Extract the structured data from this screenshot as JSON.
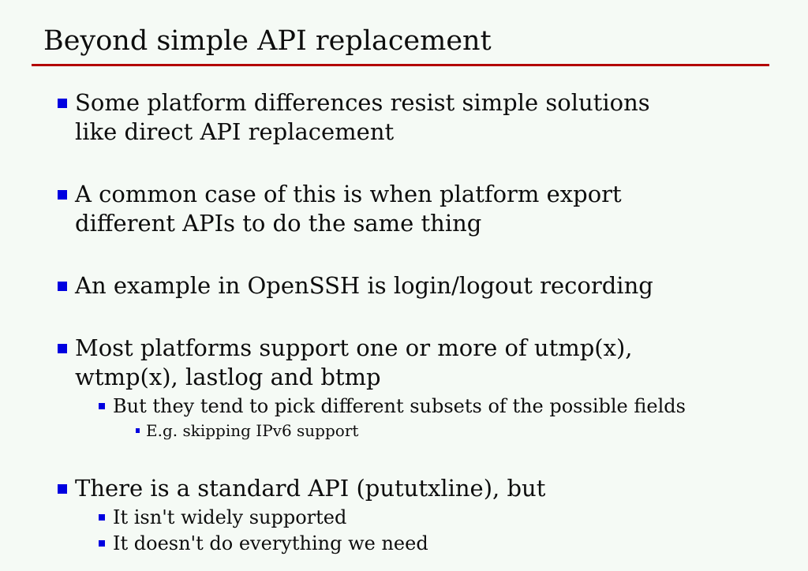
{
  "slide": {
    "title": "Beyond simple API replacement",
    "colors": {
      "background": "#f5faf5",
      "title_rule": "#b30000",
      "bullet_marker": "#0000e0",
      "text": "#0d0d0d"
    },
    "bullets": [
      {
        "level": 1,
        "text": "Some platform differences resist simple solutions\nlike direct API replacement"
      },
      {
        "level": 1,
        "text": "A common case of this is when platform export\ndifferent APIs to do the same thing"
      },
      {
        "level": 1,
        "text": "An example in OpenSSH is login/logout recording"
      },
      {
        "level": 1,
        "text": "Most platforms support one or more of utmp(x),\nwtmp(x), lastlog and btmp"
      },
      {
        "level": 2,
        "text": "But they tend to pick different subsets of the possible fields"
      },
      {
        "level": 3,
        "text": "E.g. skipping IPv6 support"
      },
      {
        "level": 1,
        "text": "There is a standard API (pututxline), but"
      },
      {
        "level": 2,
        "text": "It isn't widely supported"
      },
      {
        "level": 2,
        "text": "It doesn't do everything we need"
      }
    ]
  }
}
